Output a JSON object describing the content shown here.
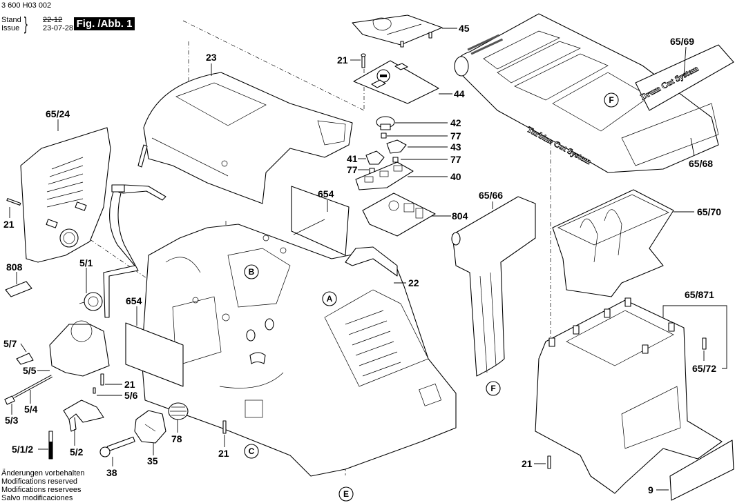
{
  "header": {
    "doc_number": "3 600 H03 002",
    "stand_label": "Stand",
    "issue_label": "Issue",
    "stand_old": "22-12",
    "issue_date": "23-07-28",
    "figure_badge": "Fig. /Abb. 1"
  },
  "footer": {
    "lines": [
      "Änderungen vorbehalten",
      "Modifications reserved",
      "Modifications reservees",
      "Salvo modificaciones"
    ]
  },
  "embossed_text": {
    "drum_cut": "Drum Cut System",
    "turbine_cut": "Turbine Cut System"
  },
  "reference_markers": [
    "A",
    "B",
    "C",
    "E",
    "F",
    "F"
  ],
  "callouts": [
    {
      "id": "45",
      "part": "top-cover-plate"
    },
    {
      "id": "21",
      "part": "screw-top"
    },
    {
      "id": "44",
      "part": "switch-plate"
    },
    {
      "id": "23",
      "part": "upper-housing"
    },
    {
      "id": "65/24",
      "part": "side-cover"
    },
    {
      "id": "21",
      "part": "screw-side-cover"
    },
    {
      "id": "808",
      "part": "label-small"
    },
    {
      "id": "5/1",
      "part": "plug"
    },
    {
      "id": "654",
      "part": "label-sticker-upper"
    },
    {
      "id": "654",
      "part": "label-sticker-lower"
    },
    {
      "id": "42",
      "part": "knob"
    },
    {
      "id": "77",
      "part": "spring-1"
    },
    {
      "id": "43",
      "part": "button-right"
    },
    {
      "id": "41",
      "part": "button-left"
    },
    {
      "id": "77",
      "part": "spring-2"
    },
    {
      "id": "77",
      "part": "spring-3"
    },
    {
      "id": "40",
      "part": "button-carrier"
    },
    {
      "id": "804",
      "part": "circuit-board"
    },
    {
      "id": "22",
      "part": "lower-housing"
    },
    {
      "id": "65/69",
      "part": "drum-cut-badge"
    },
    {
      "id": "65/68",
      "part": "hopper-top"
    },
    {
      "id": "65/66",
      "part": "pusher"
    },
    {
      "id": "65/70",
      "part": "funnel-insert"
    },
    {
      "id": "65/871",
      "part": "collection-box-set"
    },
    {
      "id": "65/72",
      "part": "pin"
    },
    {
      "id": "21",
      "part": "screw-box"
    },
    {
      "id": "9",
      "part": "type-plate"
    },
    {
      "id": "5/7",
      "part": "cable-clip"
    },
    {
      "id": "5/5",
      "part": "switch-holder"
    },
    {
      "id": "5/4",
      "part": "rod"
    },
    {
      "id": "5/3",
      "part": "spring-small"
    },
    {
      "id": "5/1/2",
      "part": "pin-long"
    },
    {
      "id": "5/2",
      "part": "bracket"
    },
    {
      "id": "21",
      "part": "screw-bracket"
    },
    {
      "id": "5/6",
      "part": "pin-small"
    },
    {
      "id": "78",
      "part": "spring-knob"
    },
    {
      "id": "35",
      "part": "adjust-knob"
    },
    {
      "id": "38",
      "part": "bolt"
    },
    {
      "id": "21",
      "part": "screw-bottom"
    }
  ]
}
